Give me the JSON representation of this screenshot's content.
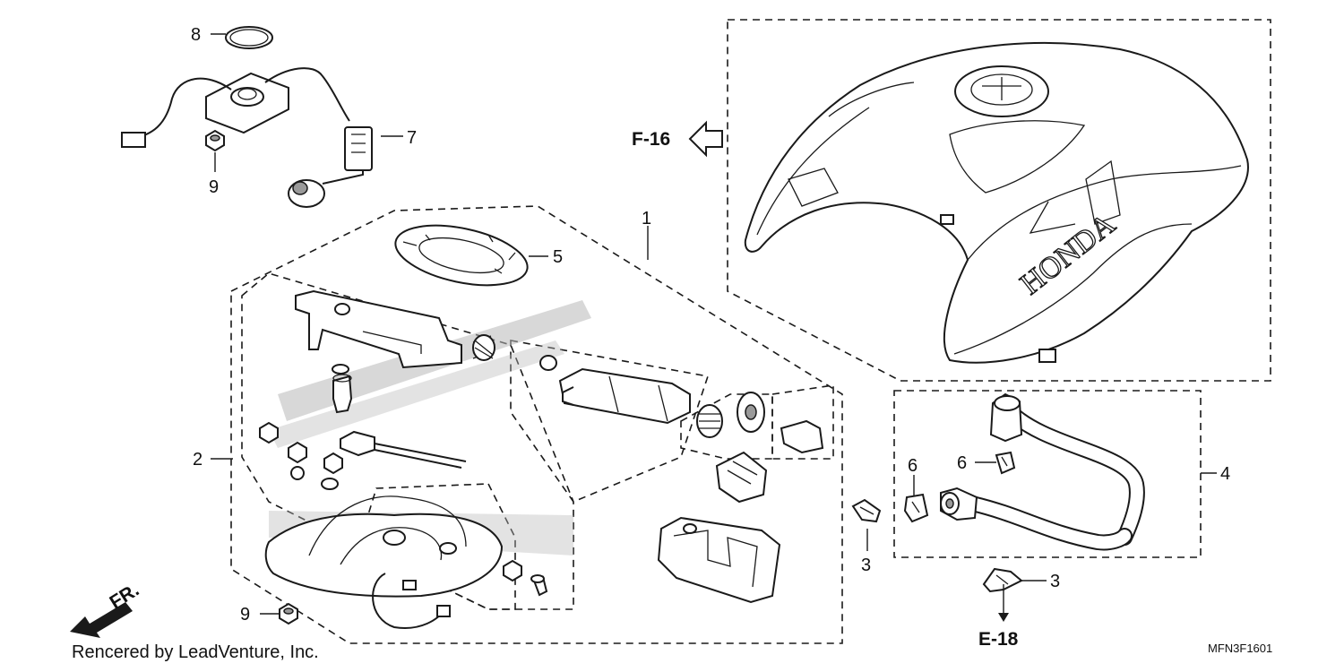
{
  "callouts": {
    "c1": "1",
    "c2": "2",
    "c3a": "3",
    "c3b": "3",
    "c4": "4",
    "c5": "5",
    "c6a": "6",
    "c6b": "6",
    "c7": "7",
    "c8": "8",
    "c9a": "9",
    "c9b": "9"
  },
  "refs": {
    "f16": "F-16",
    "e18": "E-18",
    "fr": "FR."
  },
  "tank_logo": "HONDA",
  "footer": {
    "credit": "Rencered by LeadVenture, Inc.",
    "diagram_code": "MFN3F1601"
  }
}
